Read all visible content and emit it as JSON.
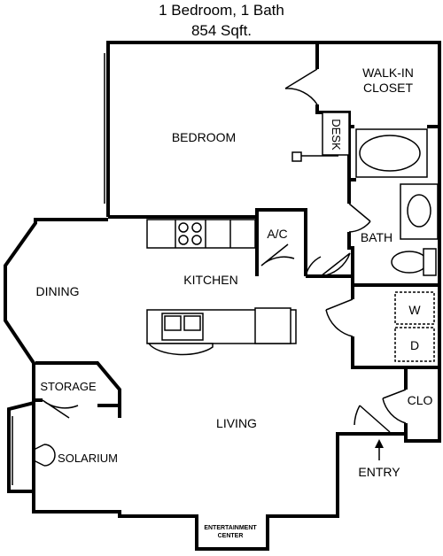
{
  "header": {
    "unit_type": "1 Bedroom, 1 Bath",
    "area": "854 Sqft."
  },
  "rooms": {
    "bedroom": "BEDROOM",
    "walk_in_closet_line1": "WALK-IN",
    "walk_in_closet_line2": "CLOSET",
    "desk": "DESK",
    "ac": "A/C",
    "bath": "BATH",
    "kitchen": "KITCHEN",
    "dining": "DINING",
    "washer": "W",
    "dryer": "D",
    "storage": "STORAGE",
    "living": "LIVING",
    "clo": "CLO",
    "solarium": "SOLARIUM",
    "entry": "ENTRY",
    "entertainment_line1": "ENTERTAINMENT",
    "entertainment_line2": "CENTER"
  }
}
